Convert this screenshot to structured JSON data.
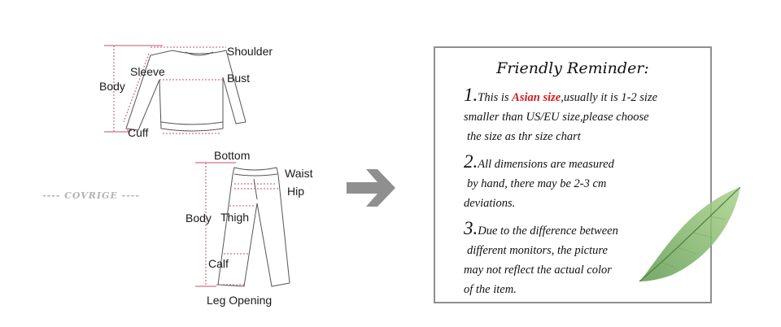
{
  "shirt_labels": {
    "shoulder": "Shoulder",
    "sleeve": "Sleeve",
    "bust": "Bust",
    "body": "Body",
    "cuff": "Cuff"
  },
  "pants_labels": {
    "bottom": "Bottom",
    "waist": "Waist",
    "hip": "Hip",
    "body": "Body",
    "thigh": "Thigh",
    "calf": "Calf",
    "leg_opening": "Leg Opening"
  },
  "brand": "---- COVRIGE ----",
  "reminder": {
    "title": "Friendly Reminder:",
    "point1": {
      "num": "1.",
      "pre": "This is ",
      "highlight": "Asian size",
      "post": ",usually it is 1-2 size",
      "line2": "smaller than US/EU size,please choose",
      "line3": "the size as thr size chart"
    },
    "point2": {
      "num": "2.",
      "line1": "All dimensions are measured",
      "line2": "by hand, there may be 2-3 cm",
      "line3": "deviations."
    },
    "point3": {
      "num": "3.",
      "line1": "Due to the difference between",
      "line2": "different monitors, the picture",
      "line3": "may not reflect the actual color",
      "line4": "of the item."
    }
  },
  "colors": {
    "measure": "#c0506a",
    "sketch": "#555555",
    "arrow": "#8f8f8f",
    "highlight": "#d21a1a",
    "leaf": "#7fb069"
  }
}
